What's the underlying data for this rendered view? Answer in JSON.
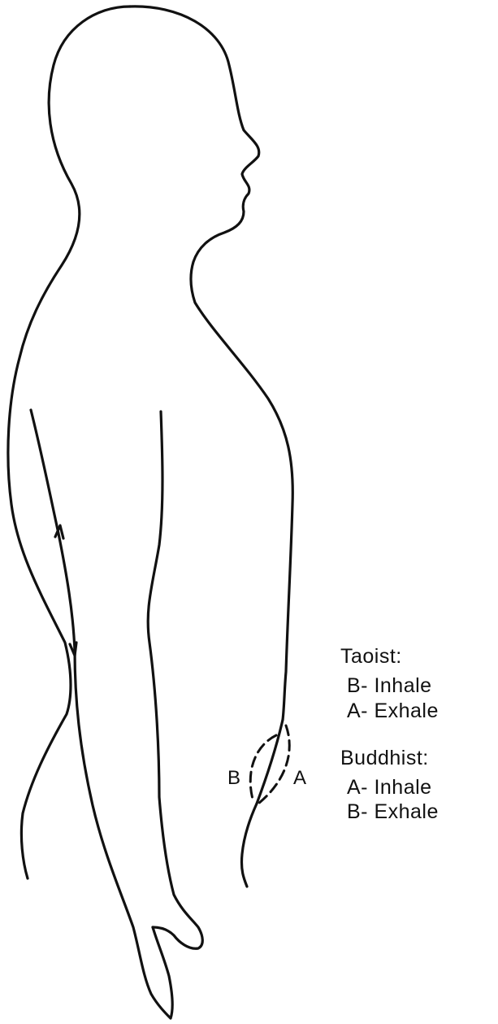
{
  "markers": {
    "b": "B",
    "a": "A"
  },
  "legend": {
    "taoist": {
      "heading": "Taoist:",
      "items": [
        "B- Inhale",
        "A- Exhale"
      ]
    },
    "buddhist": {
      "heading": "Buddhist:",
      "items": [
        "A- Inhale",
        "B- Exhale"
      ]
    }
  }
}
